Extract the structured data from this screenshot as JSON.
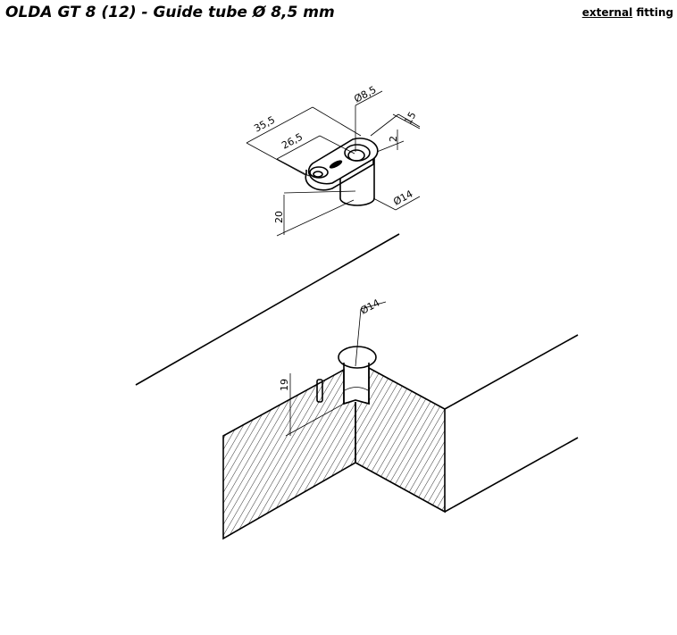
{
  "header": {
    "title": "OLDA GT 8 (12) - Guide tube Ø 8,5 mm",
    "fitting_type_emphasis": "external",
    "fitting_type_rest": "fitting"
  },
  "drawing": {
    "part_dimensions": {
      "overall_length": "35,5",
      "hole_spacing": "26,5",
      "bore_diameter": "Ø8,5",
      "plate_width": "15",
      "plate_thickness": "2",
      "tube_diameter": "Ø14",
      "tube_height": "20"
    },
    "install_dimensions": {
      "hole_diameter": "Ø14",
      "hole_depth": "19"
    }
  }
}
